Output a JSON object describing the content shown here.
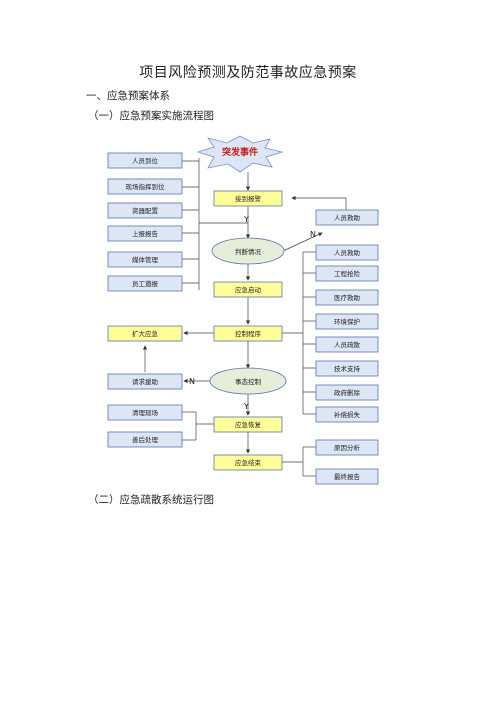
{
  "document": {
    "title": "项目风险预测及防范事故应急预案",
    "section1": "一、应急预案体系",
    "section1_1": "（一）应急预案实施流程图",
    "section1_2": "（二）应急疏散系统运行图"
  },
  "flowchart": {
    "start_event": "突发事件",
    "left_top": [
      "人员到位",
      "现场指挥到位",
      "资器配置",
      "上报报告",
      "媒体管理",
      "员工遴报"
    ],
    "center": {
      "alarm": "接到报警",
      "judge": "判断情况",
      "launch": "应急启动",
      "control": "控制程序",
      "accident_control": "事态控制",
      "recovery": "应急恢复",
      "end": "应急结束"
    },
    "expand": "扩大应急",
    "request_aid": "请求援助",
    "left_bottom": [
      "清理现场",
      "善后处理"
    ],
    "right_top": "人员救助",
    "right_list": [
      "人员救助",
      "工程抢险",
      "医疗救助",
      "环境保护",
      "人员疏散",
      "技术支持",
      "政府删除",
      "补偿损失"
    ],
    "right_bottom": [
      "原因分析",
      "最终报告"
    ],
    "labels": {
      "y1": "Y",
      "n1": "N",
      "n2": "N",
      "y2": "Y"
    }
  },
  "colors": {
    "box_fill": "#dce6f4",
    "box_yellow": "#ffff99",
    "box_border": "#5b74a8",
    "ellipse_fill": "#e6edd8",
    "event_red": "#d21a1a"
  }
}
